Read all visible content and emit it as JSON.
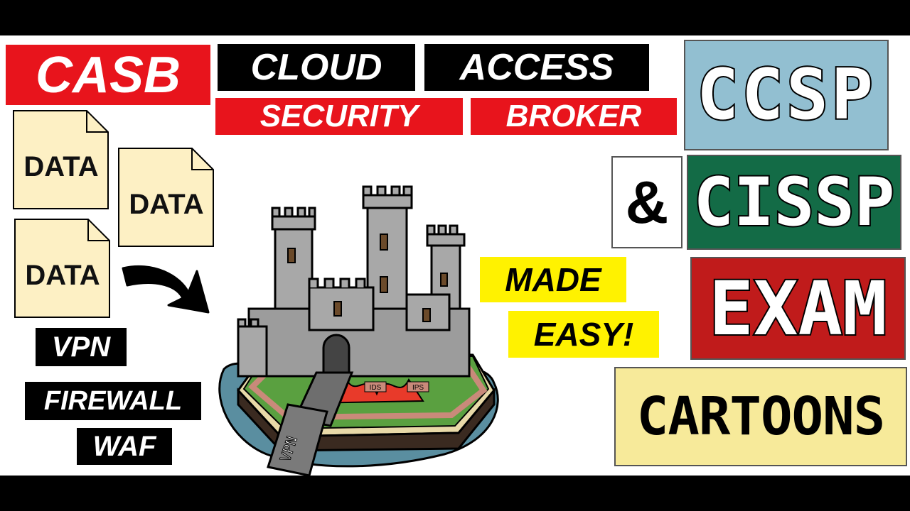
{
  "title": {
    "casb": "CASB",
    "cloud": "CLOUD",
    "access": "ACCESS",
    "security": "SECURITY",
    "broker": "BROKER"
  },
  "documents": [
    "DATA",
    "DATA",
    "DATA"
  ],
  "controls": {
    "vpn": "VPN",
    "firewall": "FIREWALL",
    "waf": "WAF"
  },
  "castle": {
    "ids_label": "IDS",
    "ips_label": "IPS",
    "gate_label": "VPN"
  },
  "tagline": {
    "line1": "MADE",
    "line2": "EASY!"
  },
  "badges": {
    "ccsp": "CCSP",
    "ampersand": "&",
    "cissp": "CISSP",
    "exam": "EXAM",
    "cartoons": "CARTOONS"
  },
  "colors": {
    "red": "#e8141c",
    "black": "#000000",
    "yellow": "#fff200",
    "paper": "#fdf0c4",
    "ccsp_bg": "#92bfd1",
    "cissp_bg": "#136b46",
    "exam_bg": "#c01b1b",
    "cartoons_bg": "#f7ea9a"
  }
}
